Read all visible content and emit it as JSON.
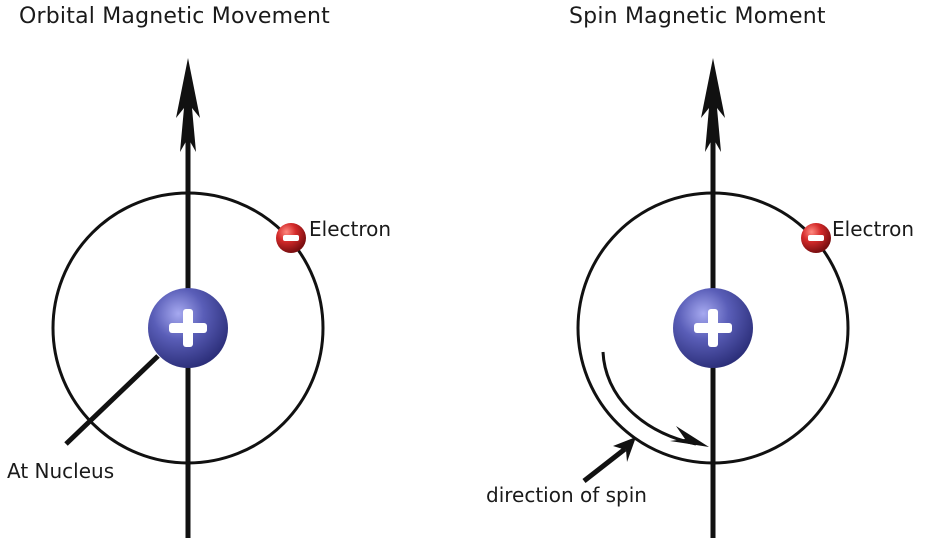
{
  "diagrams": [
    {
      "title": "Orbital Magnetic Movement",
      "electron_label": "Electron",
      "nucleus_label": "At Nucleus",
      "nucleus_symbol": "+",
      "electron_symbol": "−"
    },
    {
      "title": "Spin Magnetic Moment",
      "electron_label": "Electron",
      "spin_label": "direction of spin",
      "nucleus_symbol": "+",
      "electron_symbol": "−"
    }
  ],
  "colors": {
    "nucleus": "#4b4fa6",
    "electron": "#c8242a",
    "line": "#111111",
    "text": "#1a1a1a"
  }
}
